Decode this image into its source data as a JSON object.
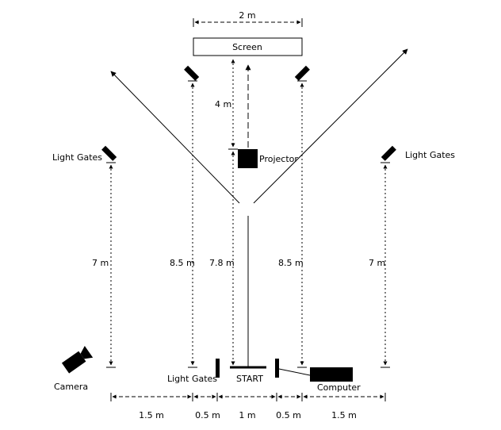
{
  "screen": {
    "label": "Screen",
    "width_label": "2 m"
  },
  "projector": {
    "label": "Projector",
    "distance_label": "4 m"
  },
  "light_gates": {
    "left_label": "Light Gates",
    "right_label": "Light Gates",
    "bottom_label": "Light Gates"
  },
  "start": {
    "label": "START"
  },
  "camera": {
    "label": "Camera"
  },
  "computer": {
    "label": "Computer"
  },
  "vertical_distances": {
    "outer_left": "7 m",
    "inner_left": "8.5 m",
    "center": "7.8 m",
    "inner_right": "8.5 m",
    "outer_right": "7 m"
  },
  "horizontal_distances": [
    "1.5 m",
    "0.5 m",
    "1 m",
    "0.5 m",
    "1.5 m"
  ],
  "colors": {
    "ink": "#000000",
    "background": "#ffffff"
  }
}
